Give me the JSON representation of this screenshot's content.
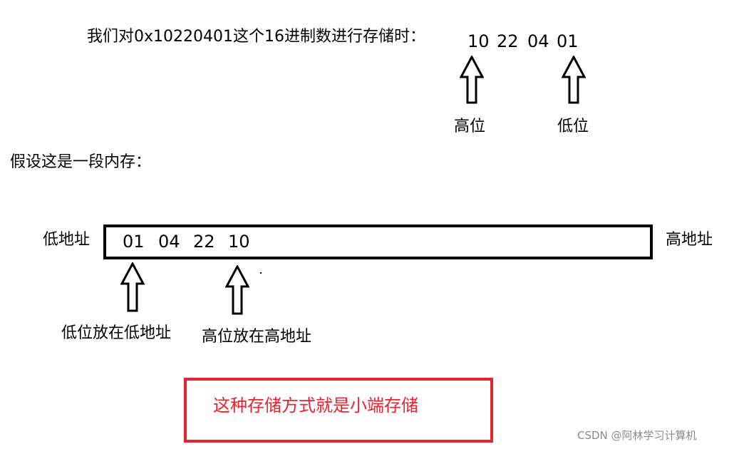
{
  "intro": "我们对0x10220401这个16进制数进行存储时：",
  "hex_bytes": [
    "10",
    "22",
    "04",
    "01"
  ],
  "high_label": "高位",
  "low_label": "低位",
  "memory_intro": "假设这是一段内存：",
  "low_addr": "低地址",
  "high_addr": "高地址",
  "memory_bytes": [
    "01",
    "04",
    "22",
    "10"
  ],
  "low_note": "低位放在低地址",
  "high_note": "高位放在高地址",
  "conclusion": "这种存储方式就是小端存储",
  "watermark": "CSDN @阿林学习计算机",
  "colors": {
    "text": "#000000",
    "highlight": "#e8232f",
    "watermark": "#8a8a8a"
  }
}
